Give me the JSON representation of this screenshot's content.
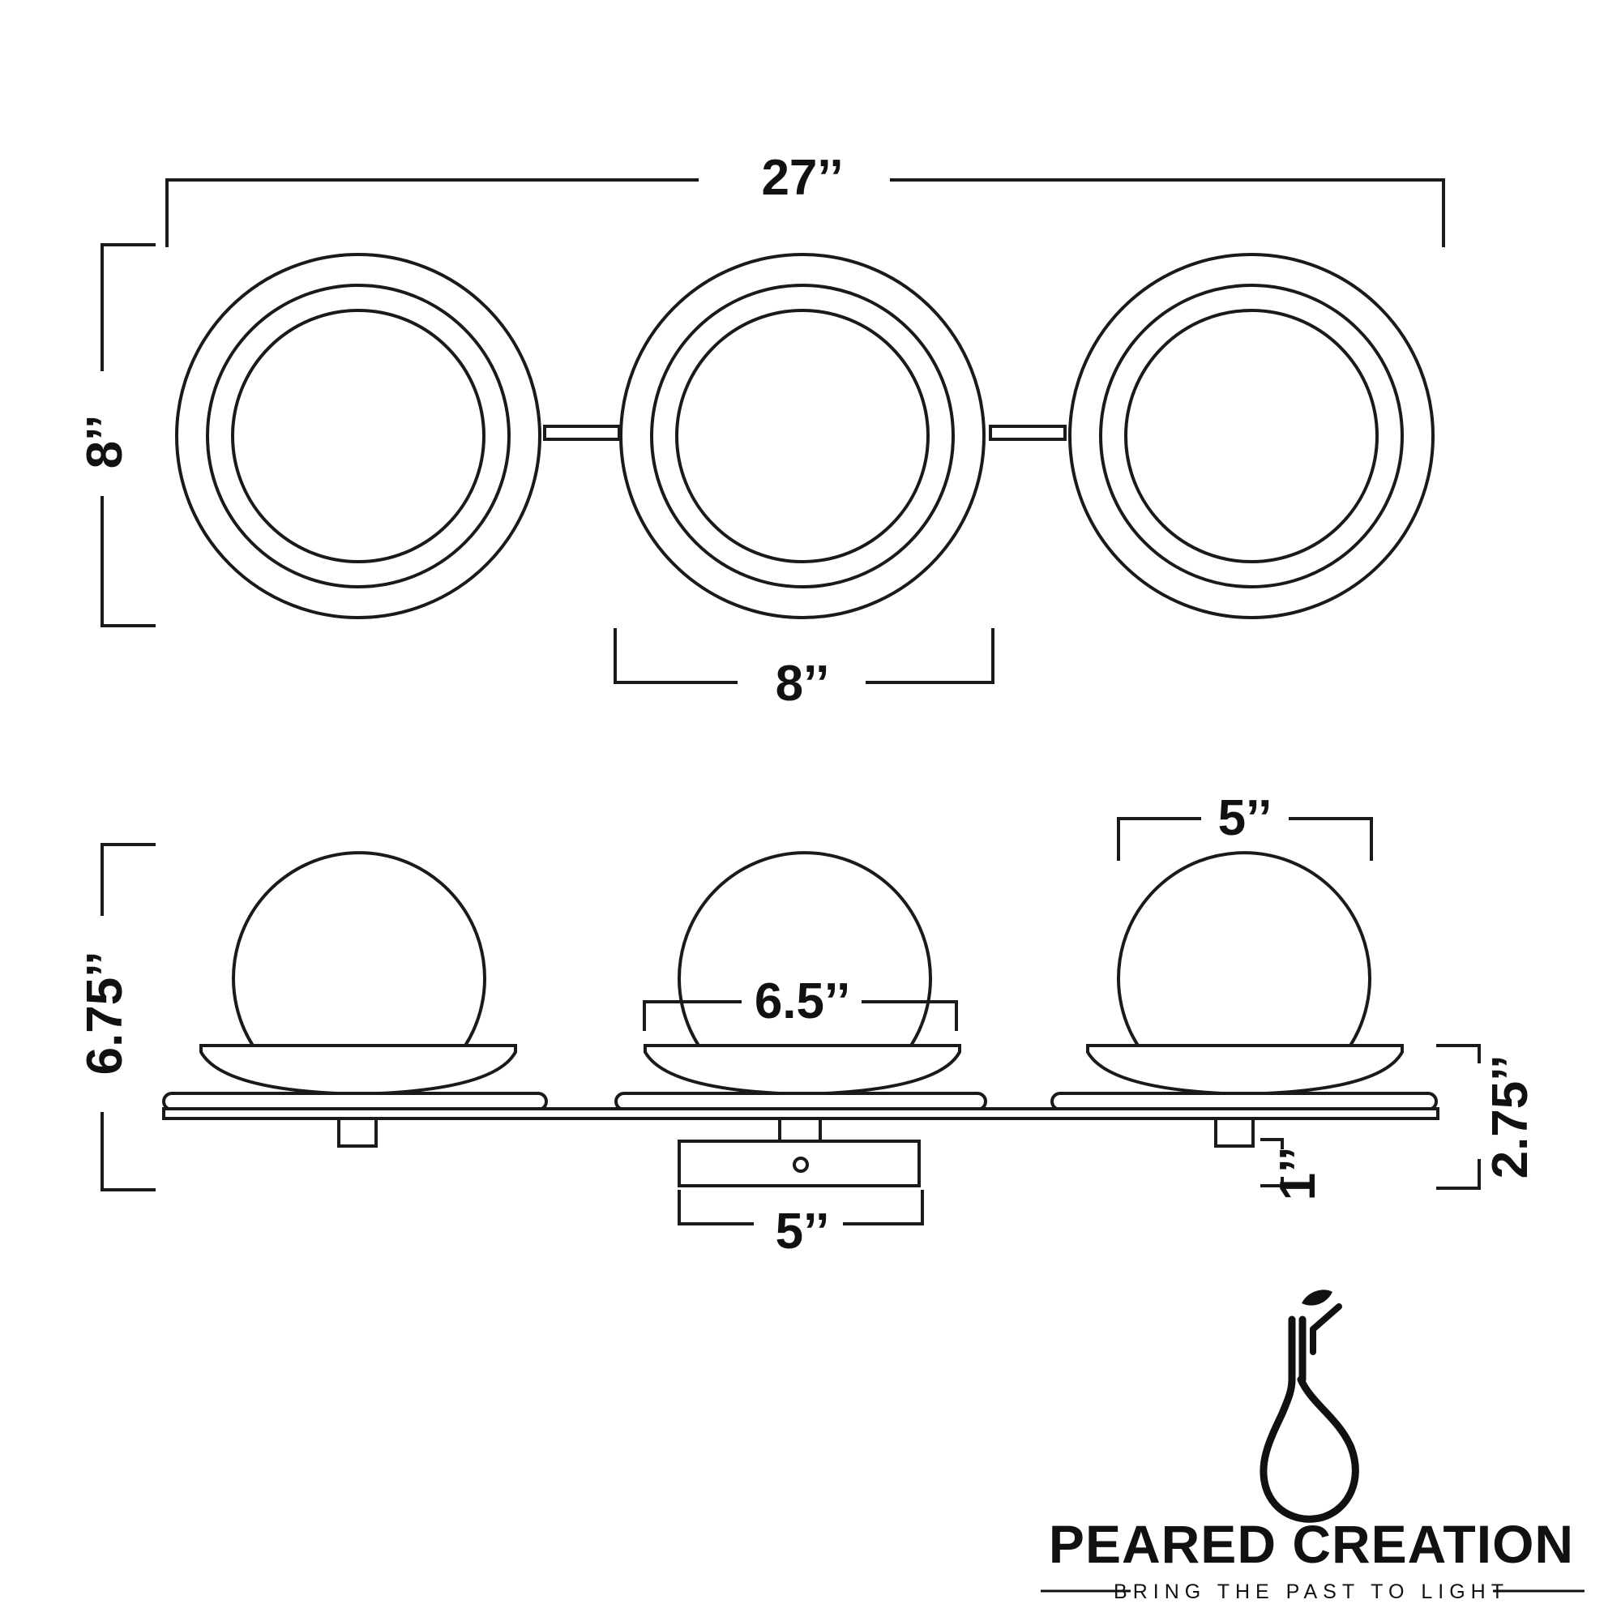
{
  "top_view": {
    "overall_width": "27’’",
    "overall_height": "8’’",
    "shade_diameter": "8’’"
  },
  "side_view": {
    "globe_width": "5’’",
    "overall_height": "6.75’’",
    "dish_width": "6.5’’",
    "backplate_width": "5’’",
    "backplate_depth": "1’’",
    "extension": "2.75’’"
  },
  "brand": {
    "name": "PEARED CREATION",
    "tagline": "BRING THE PAST TO LIGHT",
    "logo_icon": "light-bulb-pear-icon"
  },
  "colors": {
    "line": "#1a1a1a",
    "background": "#ffffff"
  }
}
